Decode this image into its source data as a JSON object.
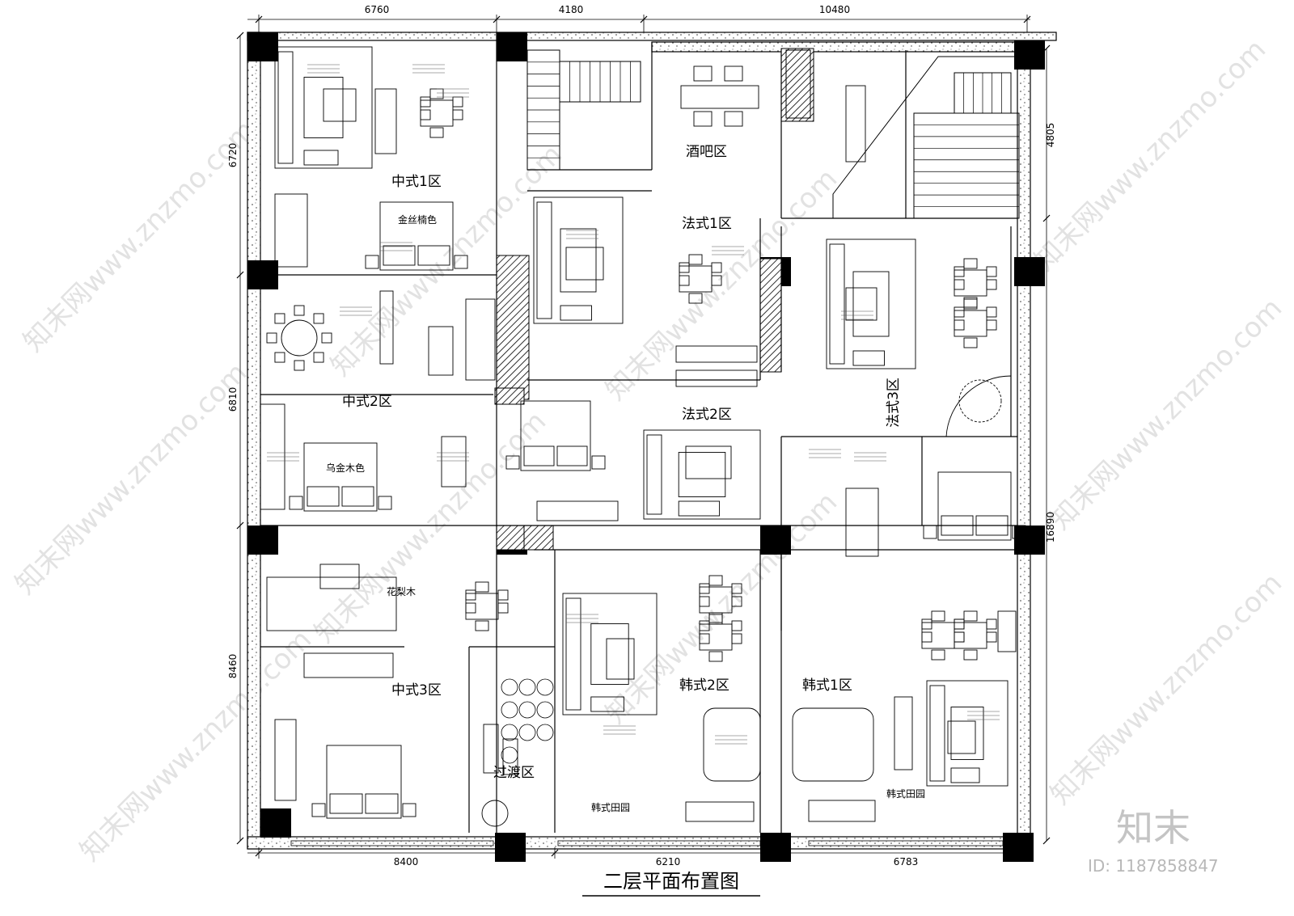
{
  "title": "二层平面布置图",
  "dimensions": {
    "top": [
      "6760",
      "4180",
      "10480"
    ],
    "bottom": [
      "8400",
      "6210",
      "6783"
    ],
    "left": [
      "6720",
      "6810",
      "8460"
    ],
    "right": [
      "4805",
      "16890"
    ]
  },
  "zones": [
    {
      "id": "zs1",
      "label": "中式1区"
    },
    {
      "id": "zs2",
      "label": "中式2区"
    },
    {
      "id": "zs3",
      "label": "中式3区"
    },
    {
      "id": "bar",
      "label": "酒吧区"
    },
    {
      "id": "fs1",
      "label": "法式1区"
    },
    {
      "id": "fs2",
      "label": "法式2区"
    },
    {
      "id": "fs3",
      "label": "法式3区"
    },
    {
      "id": "hs1",
      "label": "韩式1区"
    },
    {
      "id": "hs2",
      "label": "韩式2区"
    },
    {
      "id": "trans",
      "label": "过渡区"
    }
  ],
  "labels": {
    "jinsi": "金丝楠色",
    "wujin": "乌金木色",
    "huali": "花梨木",
    "garden_left": "韩式田园",
    "garden_right": "韩式田园"
  },
  "watermark": {
    "brand": "知末",
    "id_text": "ID: 1187858847",
    "diagonal": "知末网www.znzmo.com"
  }
}
